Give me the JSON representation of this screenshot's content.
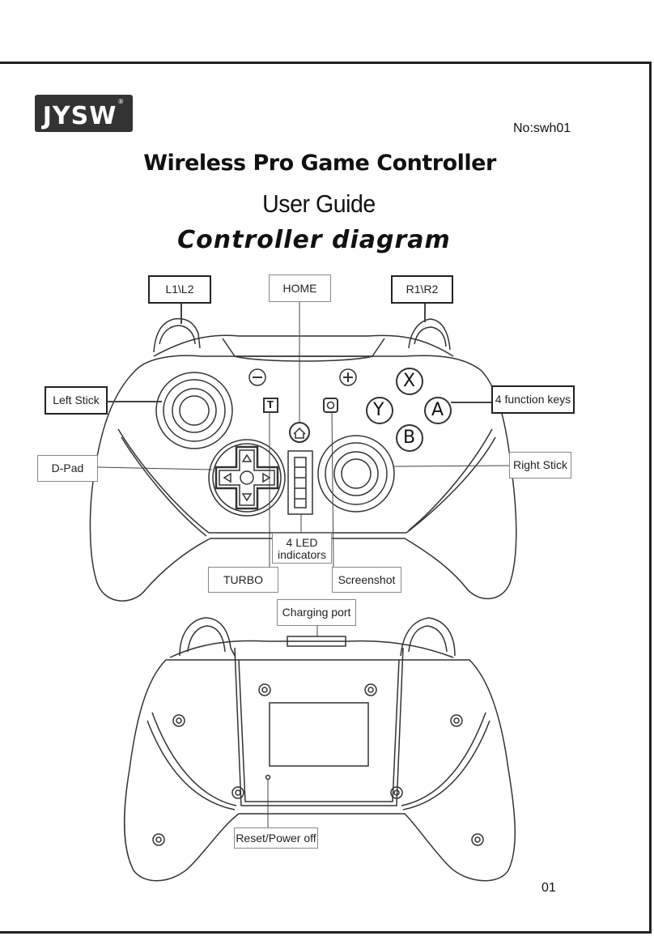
{
  "brand": {
    "logo_text": "JYSW",
    "reg_mark": "®"
  },
  "doc_number": "No:swh01",
  "title": "Wireless Pro Game Controller",
  "subtitle": "User Guide",
  "diagram_title": "Controller diagram",
  "labels": {
    "l1l2": "L1\\L2",
    "home": "HOME",
    "r1r2": "R1\\R2",
    "left_stick": "Left Stick",
    "function_keys": "4 function keys",
    "dpad": "D-Pad",
    "right_stick": "Right Stick",
    "led_line1": "4 LED",
    "led_line2": "indicators",
    "turbo": "TURBO",
    "screenshot": "Screenshot",
    "charging_port": "Charging port",
    "reset": "Reset/Power off"
  },
  "buttons": {
    "x": "X",
    "y": "Y",
    "a": "A",
    "b": "B",
    "turbo_icon": "T"
  },
  "page_number": "01"
}
